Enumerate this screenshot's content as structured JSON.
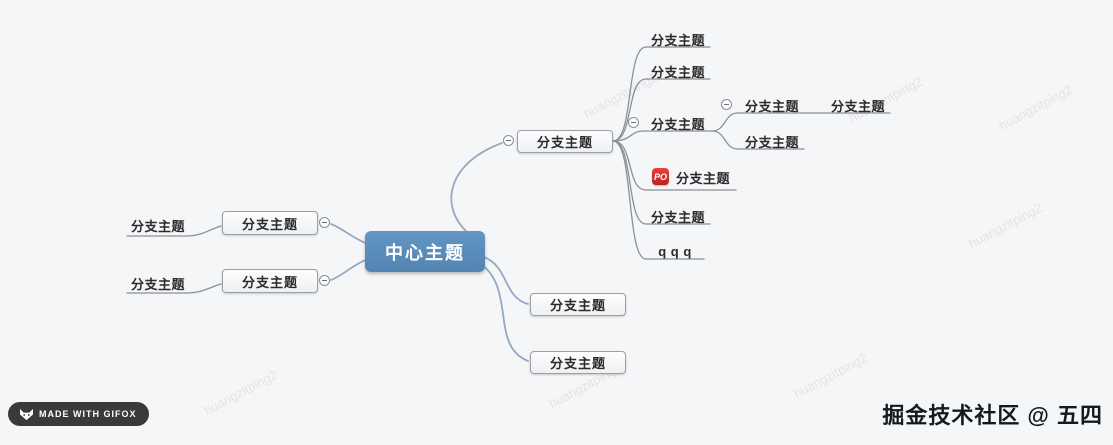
{
  "watermark": {
    "text": "huangzitping2"
  },
  "footer": {
    "gifox_label": "MADE WITH GIFOX",
    "credit": "掘金技术社区 @ 五四"
  },
  "colors": {
    "background": "#f5f6f7",
    "center_topic": "#5b8db9",
    "connector_main": "#93a9c4",
    "connector_child": "#8a9099",
    "po_badge_red": "#d32a26"
  },
  "mindmap": {
    "center": {
      "label": "中心主题"
    },
    "left": [
      {
        "label": "分支主题",
        "children": [
          {
            "label": "分支主题"
          }
        ]
      },
      {
        "label": "分支主题",
        "children": [
          {
            "label": "分支主题"
          }
        ]
      }
    ],
    "right": [
      {
        "label": "分支主题",
        "children": [
          {
            "label": "分支主题"
          },
          {
            "label": "分支主题"
          },
          {
            "label": "分支主题",
            "children": [
              {
                "label": "分支主题",
                "children": [
                  {
                    "label": "分支主题"
                  }
                ]
              },
              {
                "label": "分支主题"
              }
            ]
          },
          {
            "label": "分支主题",
            "badge": "PO"
          },
          {
            "label": "分支主题"
          },
          {
            "label": "q q q"
          }
        ]
      },
      {
        "label": "分支主题"
      },
      {
        "label": "分支主题"
      }
    ]
  }
}
